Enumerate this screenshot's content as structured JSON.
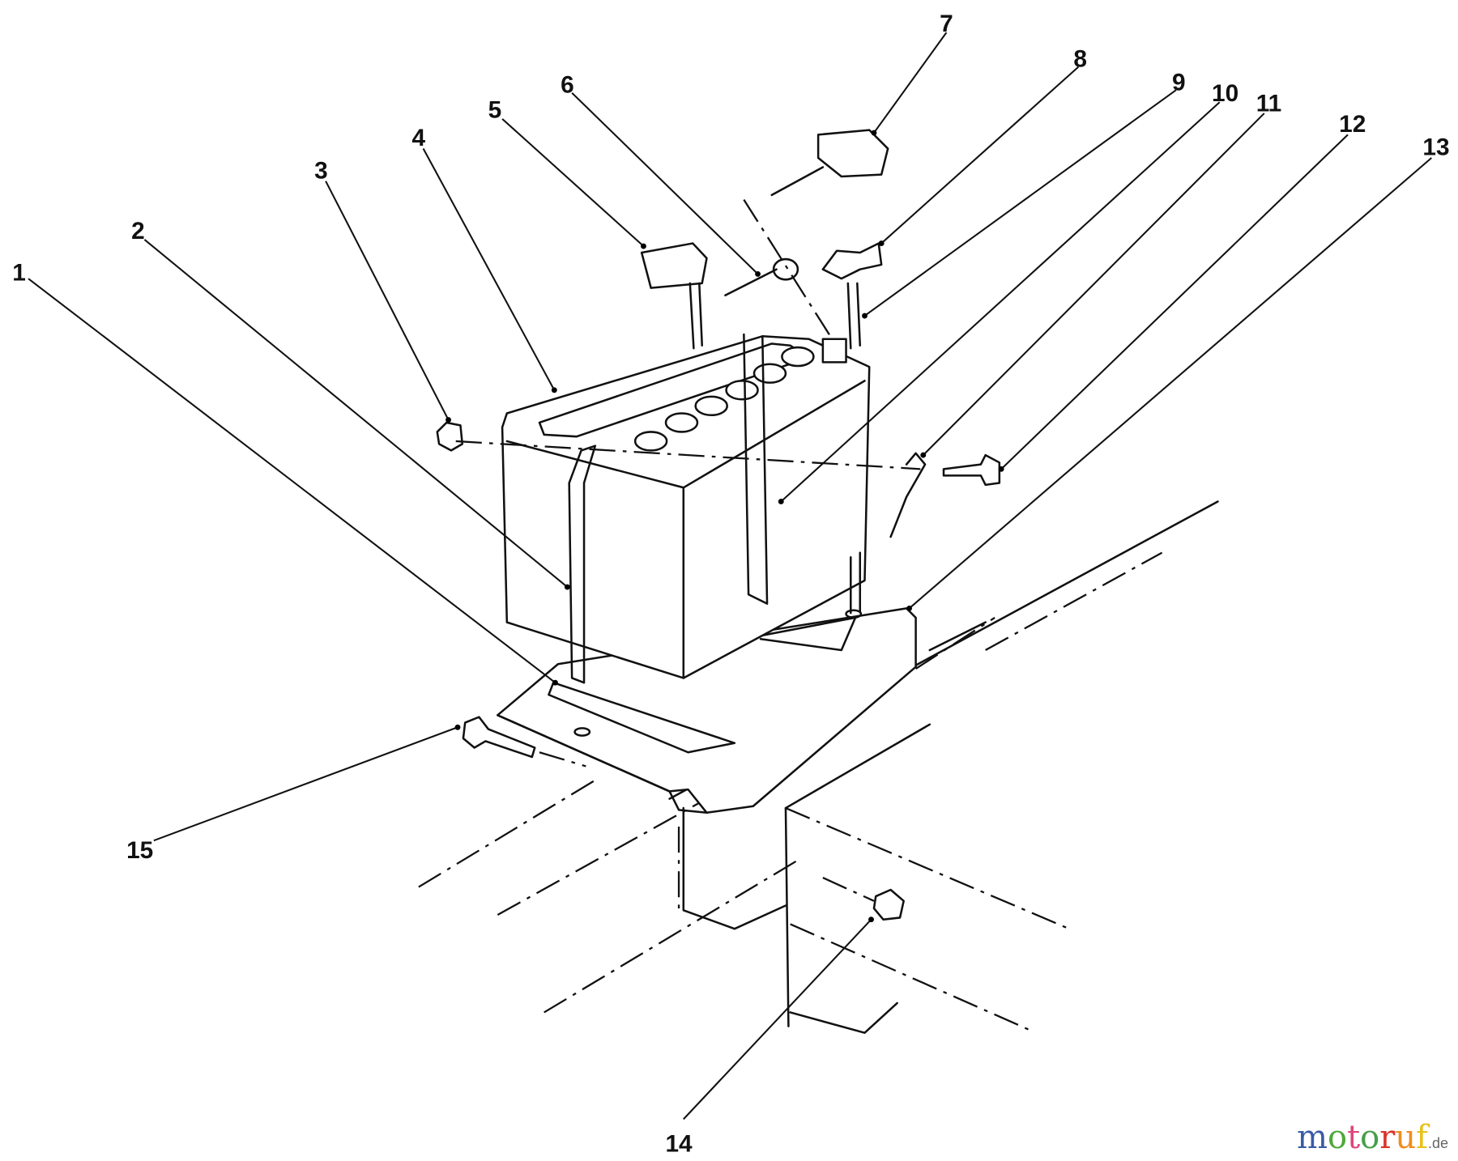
{
  "diagram": {
    "title": "Battery assembly exploded parts view",
    "callouts": [
      "1",
      "2",
      "3",
      "4",
      "5",
      "6",
      "7",
      "8",
      "9",
      "10",
      "11",
      "12",
      "13",
      "14",
      "15"
    ]
  },
  "watermark": {
    "letters": [
      "m",
      "o",
      "t",
      "o",
      "r",
      "u",
      "f"
    ],
    "suffix": ".de",
    "colors": [
      "#3b5ba5",
      "#4fa83a",
      "#e0457b",
      "#43a047",
      "#d9342b",
      "#f08c1e",
      "#e6c21a"
    ]
  }
}
